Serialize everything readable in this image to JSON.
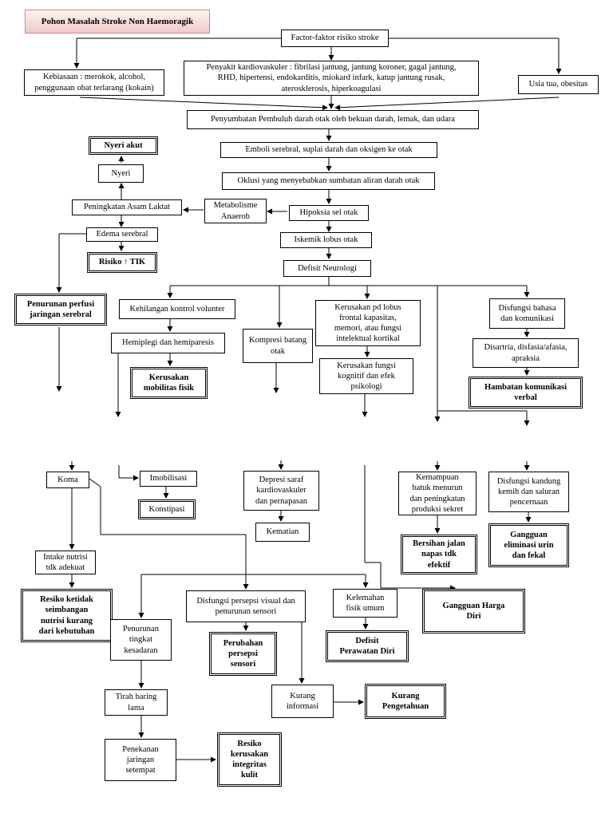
{
  "title": "Pohon Masalah Stroke Non Haemoragik",
  "nodes": {
    "factor": "Factor-faktor risiko stroke",
    "kebiasaan": "Kebiasaan : merokok, alcohol,\npenggunaan obat terlarang (kokain)",
    "kardio": "Penyakit kardiovaskuler : fibrilasi jantung, jantung koroner, gagal jantung,\nRHD, hipertensi, endokarditis, miokard infark, katup jantung rusak,\naterosklerosis, hiperkoagulasi",
    "usia": "Usia tua, obesitas",
    "penyumbatan": "Penyumbatan Pembuluh darah otak oleh bekuan darah, lemak, dan udara",
    "emboli": "Emboli serebral, suplai darah dan oksigen ke otak",
    "oklusi": "Oklusi yang menyebabkan sumbatan aliran darah otak",
    "hipoksia": "Hipoksia sel otak",
    "metabolisme": "Metabolisme\nAnaerob",
    "asam_laktat": "Peningkatan Asam Laktat",
    "nyeri": "Nyeri",
    "nyeri_akut": "Nyeri akut",
    "edema": "Edema serebral",
    "risiko_tik": "Risiko ↑ TIK",
    "penurunan_perfusi": "Penurunan perfusi\njaringan serebral",
    "iskemik": "Iskemik lobus  otak",
    "defisit": "Defisit Neurologi",
    "kehilangan": "Kehilangan kontrol volunter",
    "hemiplegi": "Hemiplegi dan hemiparesis",
    "kerusakan_mobilitas": "Kerusakan\nmobilitas fisik",
    "kompresi": "Kompresi batang\notak",
    "kerusakan_lobus": "Kerusakan pd lobus\nfrontal kapasitas,\nmemori, atau fungsi\nintelektual kortikal",
    "kerusakan_kognitif": "Kerusakan fungsi\nkognitif dan efek\npsikologi",
    "disfungsi_bahasa": "Disfungsi bahasa\ndan komunikasi",
    "disartria": "Disartria, disfasia/afasia,\napraksia",
    "hambatan_komunikasi": "Hambatan komunikasi\nverbal",
    "koma": "Koma",
    "imobilisasi": "Imobilisasi",
    "konstipasi": "Konstipasi",
    "depresi": "Depresi saraf\nkardiovaskuler\ndan pernapasan",
    "kematian": "Kematian",
    "kemampuan_batuk": "Kemampuan\nbatuk menurun\ndan peningkatan\nproduksi sekret",
    "bersihan": "Bersihan jalan\nnapas tdk\nefektif",
    "disfungsi_kandung": "Disfungsi kandung\nkemih dan saluran\npencernaan",
    "gangguan_eliminasi": "Gangguan\neliminasi urin\ndan fekal",
    "intake": "Intake nutrisi\ntdk adekuat",
    "resiko_nutrisi": "Resiko ketidak\nseimbangan\nnutrisi kurang\ndari kebutuhan",
    "disfungsi_persepsi": "Disfungsi persepsi visual dan\npenurunan sensori",
    "perubahan_persepsi": "Perubahan\npersepsi\nsensori",
    "kelemahan": "Kelemahan\nfisik umum",
    "defisit_perawatan": "Defisit\nPerawatan Diri",
    "gangguan_harga": "Gangguan Harga\nDiri",
    "penurunan_kesadaran": "Penurunan\ntingkat\nkesadaran",
    "tirah_baring": "Tirah baring\nlama",
    "kurang_informasi": "Kurang\ninformasi",
    "kurang_pengetahuan": "Kurang\nPengetahuan",
    "penekanan": "Penekanan\njaringan\nsetempat",
    "resiko_kulit": "Resiko\nkerusakan\nintegritas\nkulit"
  }
}
